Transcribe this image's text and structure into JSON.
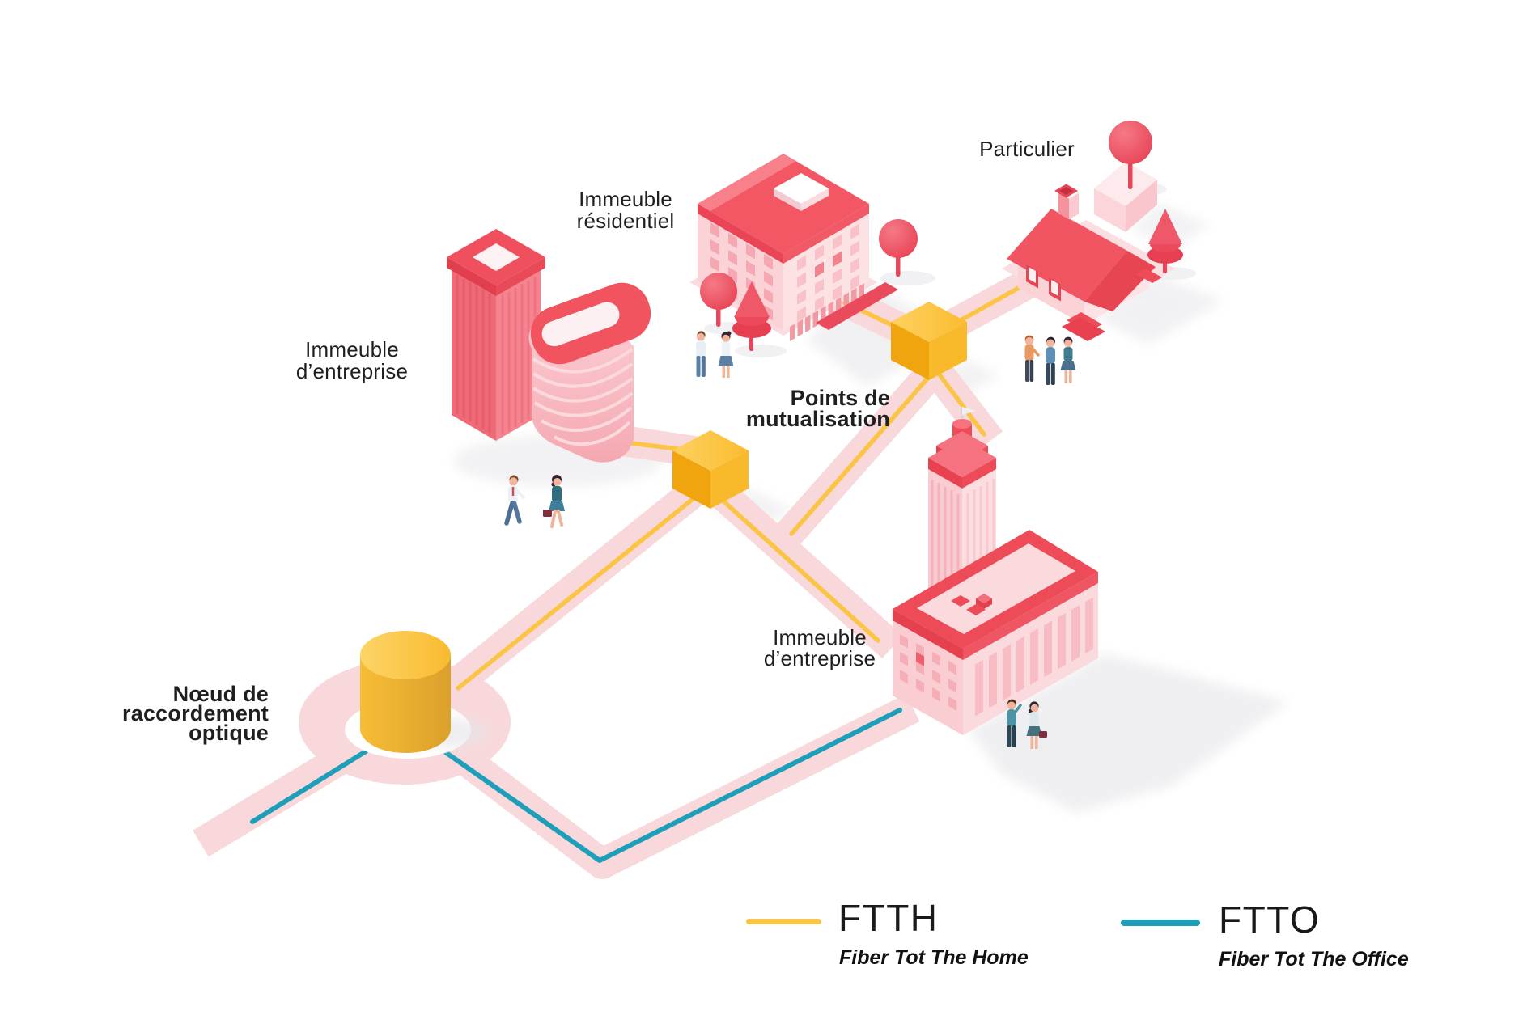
{
  "labels": {
    "residential": {
      "line1": "Immeuble",
      "line2": "résidentiel"
    },
    "particulier": "Particulier",
    "enterprise_left": {
      "line1": "Immeuble",
      "line2": "d’entreprise"
    },
    "mutualisation": {
      "line1": "Points de",
      "line2": "mutualisation"
    },
    "nro": {
      "line1": "Nœud de",
      "line2": "raccordement",
      "line3": "optique"
    },
    "enterprise_bottom": {
      "line1": "Immeuble",
      "line2": "d’entreprise"
    }
  },
  "legend": {
    "ftth": {
      "abbr": "FTTH",
      "full": "Fiber Tot The Home",
      "color": "#FCC444"
    },
    "ftto": {
      "abbr": "FTTO",
      "full": "Fiber Tot The Office",
      "color": "#1D9FBA"
    }
  },
  "colors": {
    "ftth_yellow": "#FCC444",
    "ftto_teal": "#1D9FBA",
    "road_pink": "#F8D8DA",
    "building_red": "#EE4B59",
    "building_pink": "#F9CDD2",
    "cube_yellow": "#F8BA2A",
    "text": "#1F1F1F",
    "background": "#FFFFFF"
  }
}
